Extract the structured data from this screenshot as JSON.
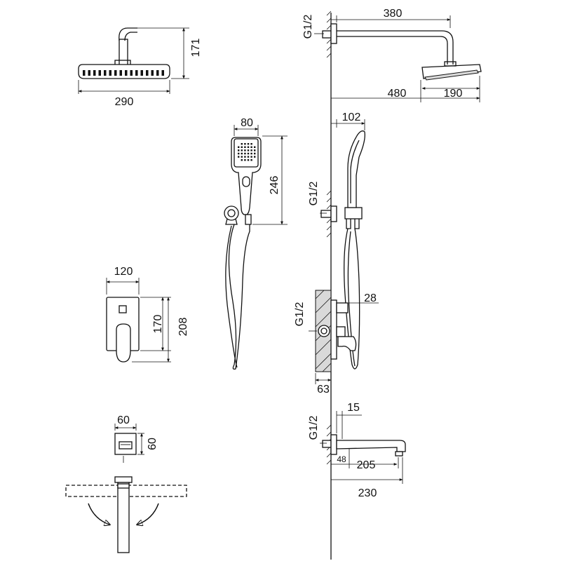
{
  "dimensions": {
    "head_front_width": "290",
    "head_front_height": "171",
    "arm_length": "380",
    "arm_projection": "480",
    "head_side_width": "190",
    "thread_arm": "G1/2",
    "hand_width": "80",
    "hand_length": "246",
    "holder_projection": "102",
    "thread_holder": "G1/2",
    "valve_width": "120",
    "valve_inner_height": "170",
    "valve_height": "208",
    "valve_depth": "28",
    "thread_valve": "G1/2",
    "valve_body_depth": "63",
    "spout_plate": "60",
    "spout_plate_height": "60",
    "spout_thread_offset": "15",
    "thread_spout": "G1/2",
    "spout_base": "48",
    "spout_length": "205",
    "spout_total": "230"
  },
  "colors": {
    "line": "#111111",
    "background": "#ffffff",
    "wall_shade": "#d9d9d9"
  },
  "icons": [
    "rotation-arrow-left-icon",
    "rotation-arrow-right-icon"
  ]
}
